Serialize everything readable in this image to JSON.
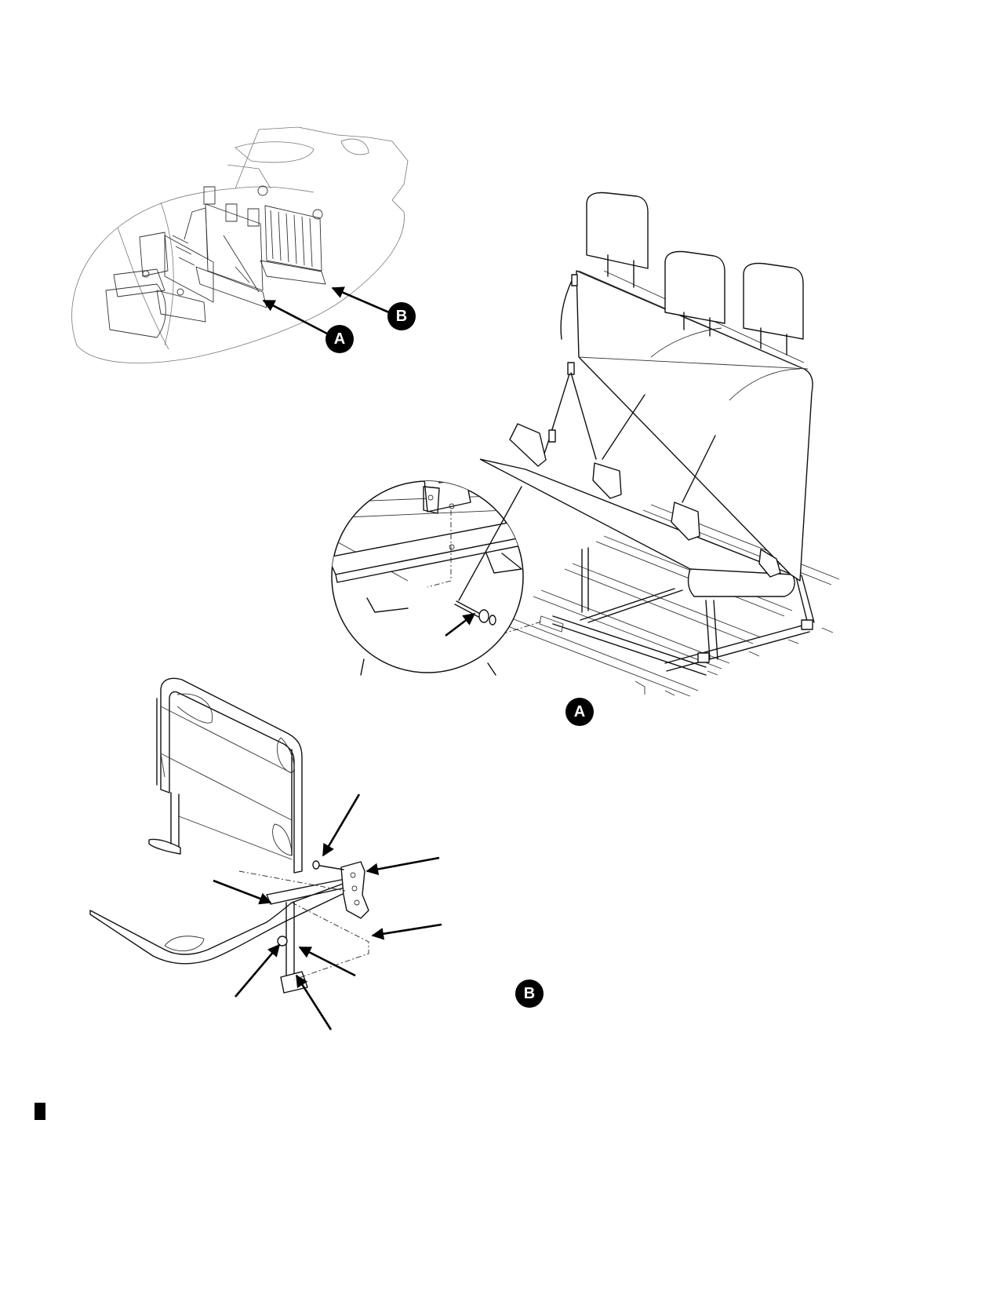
{
  "callouts": {
    "overview_a": "A",
    "overview_b": "B",
    "detail_a": "A",
    "detail_b": "B"
  },
  "colors": {
    "line": "#111111",
    "badge_fill": "#000000",
    "badge_text": "#ffffff",
    "background": "#ffffff"
  }
}
